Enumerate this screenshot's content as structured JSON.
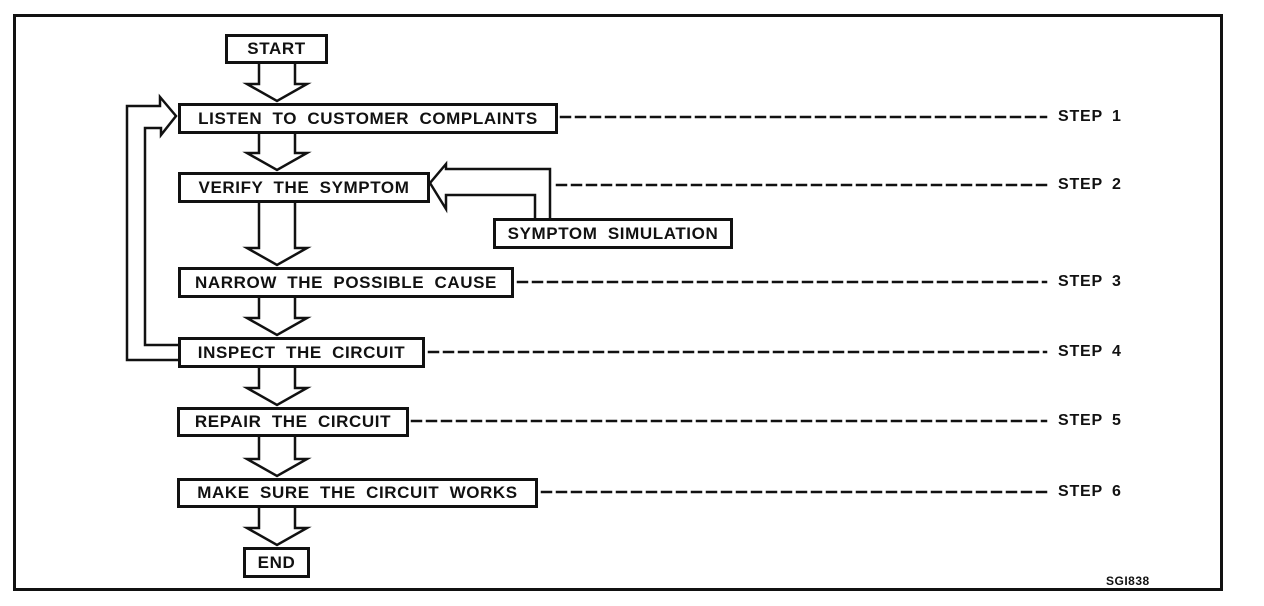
{
  "figure": {
    "code": "SGI838",
    "nodes": {
      "start": "START",
      "listen": "LISTEN TO CUSTOMER COMPLAINTS",
      "verify": "VERIFY THE SYMPTOM",
      "symptom_simulation": "SYMPTOM SIMULATION",
      "narrow": "NARROW THE POSSIBLE CAUSE",
      "inspect": "INSPECT THE CIRCUIT",
      "repair": "REPAIR THE CIRCUIT",
      "make_sure": "MAKE SURE THE CIRCUIT WORKS",
      "end": "END"
    },
    "steps": [
      {
        "label": "STEP 1"
      },
      {
        "label": "STEP 2"
      },
      {
        "label": "STEP 3"
      },
      {
        "label": "STEP 4"
      },
      {
        "label": "STEP 5"
      },
      {
        "label": "STEP 6"
      }
    ],
    "edges": [
      "start -> listen",
      "listen -> verify",
      "symptom_simulation -> verify",
      "verify -> narrow",
      "narrow -> inspect",
      "inspect -> repair",
      "inspect -> listen (return loop)",
      "repair -> make_sure",
      "make_sure -> end"
    ],
    "colors": {
      "line": "#111111",
      "background": "#ffffff"
    }
  }
}
